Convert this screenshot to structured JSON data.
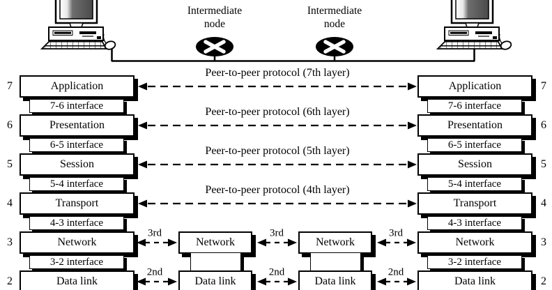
{
  "colors": {
    "ink": "#000000",
    "paper": "#ffffff"
  },
  "top_nodes": {
    "node1": {
      "line1": "Intermediate",
      "line2": "node"
    },
    "node2": {
      "line1": "Intermediate",
      "line2": "node"
    }
  },
  "peer_labels": [
    "Peer-to-peer protocol (7th layer)",
    "Peer-to-peer protocol (6th layer)",
    "Peer-to-peer protocol (5th layer)",
    "Peer-to-peer protocol (4th layer)"
  ],
  "hop_labels": {
    "network": "3rd",
    "data_link": "2nd"
  },
  "stack": {
    "layers": [
      {
        "num": "7",
        "name": "Application"
      },
      {
        "num": "6",
        "name": "Presentation"
      },
      {
        "num": "5",
        "name": "Session"
      },
      {
        "num": "4",
        "name": "Transport"
      },
      {
        "num": "3",
        "name": "Network"
      },
      {
        "num": "2",
        "name": "Data link"
      }
    ],
    "interfaces": [
      "7-6 interface",
      "6-5 interface",
      "5-4 interface",
      "4-3 interface",
      "3-2 interface"
    ]
  },
  "intermediate_stack": {
    "network": "Network",
    "data_link": "Data link"
  }
}
